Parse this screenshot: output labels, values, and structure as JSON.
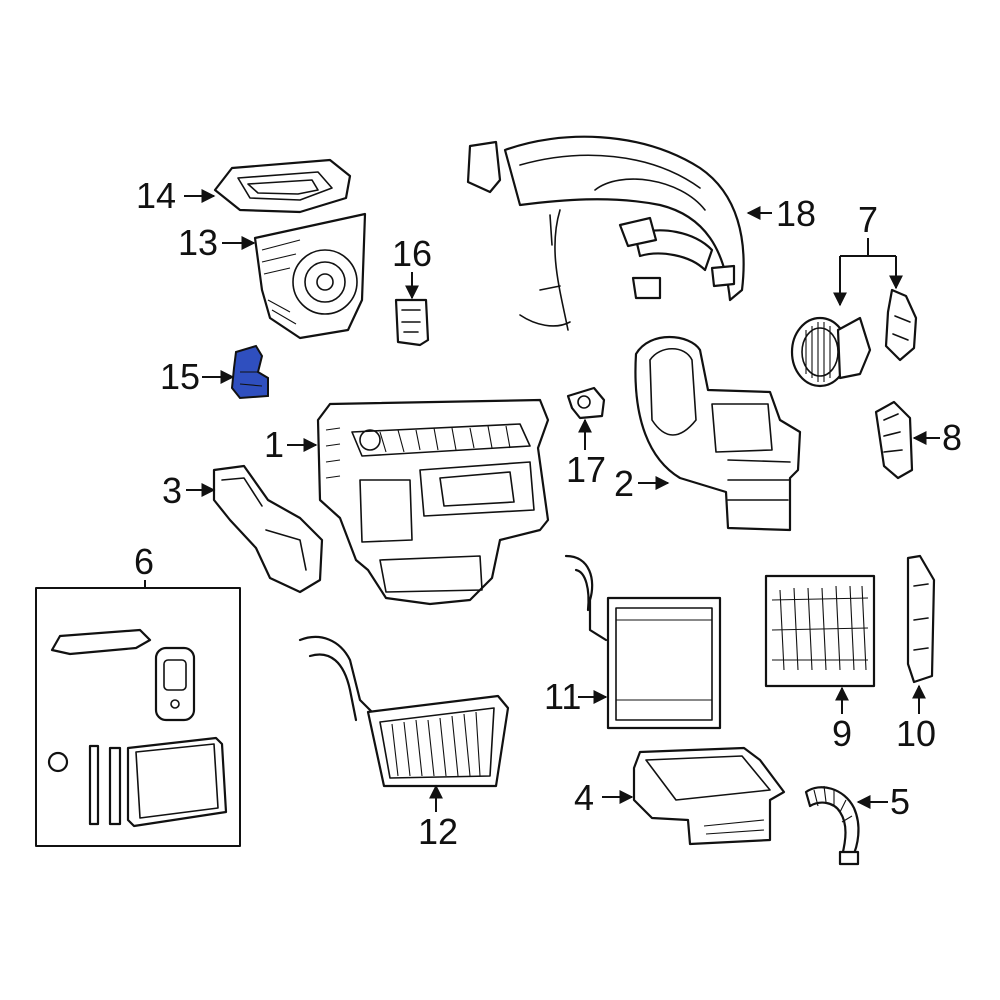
{
  "diagram": {
    "highlight_color": "#2f4fbf",
    "callouts": [
      {
        "id": "1",
        "text": "1"
      },
      {
        "id": "2",
        "text": "2"
      },
      {
        "id": "3",
        "text": "3"
      },
      {
        "id": "4",
        "text": "4"
      },
      {
        "id": "5",
        "text": "5"
      },
      {
        "id": "6",
        "text": "6"
      },
      {
        "id": "7",
        "text": "7"
      },
      {
        "id": "8",
        "text": "8"
      },
      {
        "id": "9",
        "text": "9"
      },
      {
        "id": "10",
        "text": "10"
      },
      {
        "id": "11",
        "text": "11"
      },
      {
        "id": "12",
        "text": "12"
      },
      {
        "id": "13",
        "text": "13"
      },
      {
        "id": "14",
        "text": "14"
      },
      {
        "id": "15",
        "text": "15"
      },
      {
        "id": "16",
        "text": "16"
      },
      {
        "id": "17",
        "text": "17"
      },
      {
        "id": "18",
        "text": "18"
      }
    ],
    "highlighted_part": "15"
  }
}
